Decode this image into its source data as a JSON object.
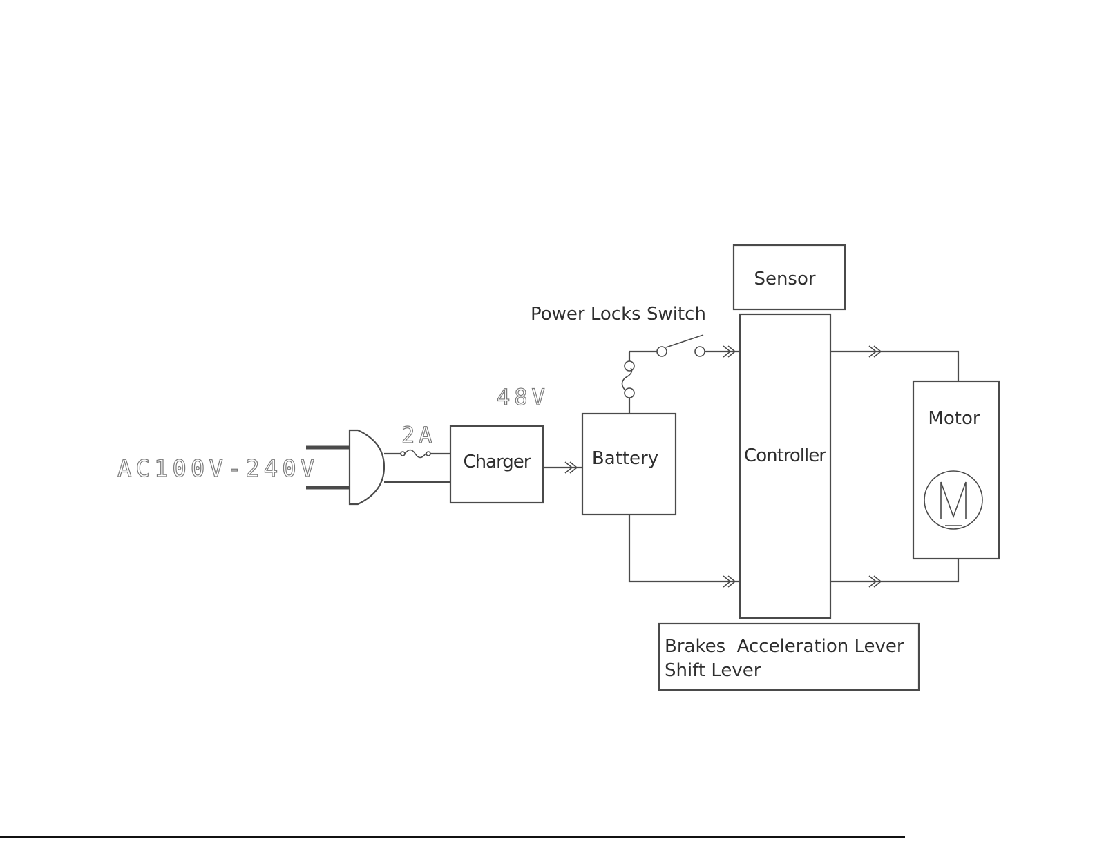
{
  "diagram": {
    "type": "electric scooter wiring block diagram",
    "labels": {
      "ac_input": "AC100V-240V",
      "fuse_rating": "2A",
      "charger_output": "48V",
      "power_switch": "Power Locks Switch"
    },
    "blocks": {
      "charger": "Charger",
      "battery": "Battery",
      "sensor": "Sensor",
      "controller": "Controller",
      "motor": "Motor",
      "motor_symbol": "M",
      "inputs_line1": "Brakes  Acceleration Lever",
      "inputs_line2": "Shift Lever"
    },
    "connections": [
      {
        "from": "AC plug",
        "to": "Charger",
        "via": "2A fuse"
      },
      {
        "from": "Charger",
        "to": "Battery"
      },
      {
        "from": "Battery",
        "to": "Controller",
        "via": "fuse + Power Locks Switch"
      },
      {
        "from": "Battery",
        "to": "Controller"
      },
      {
        "from": "Controller",
        "to": "Motor"
      },
      {
        "from": "Controller",
        "to": "Motor"
      },
      {
        "from": "Sensor",
        "to": "Controller"
      },
      {
        "from": "Brakes/Acceleration Lever/Shift Lever",
        "to": "Controller"
      }
    ]
  }
}
